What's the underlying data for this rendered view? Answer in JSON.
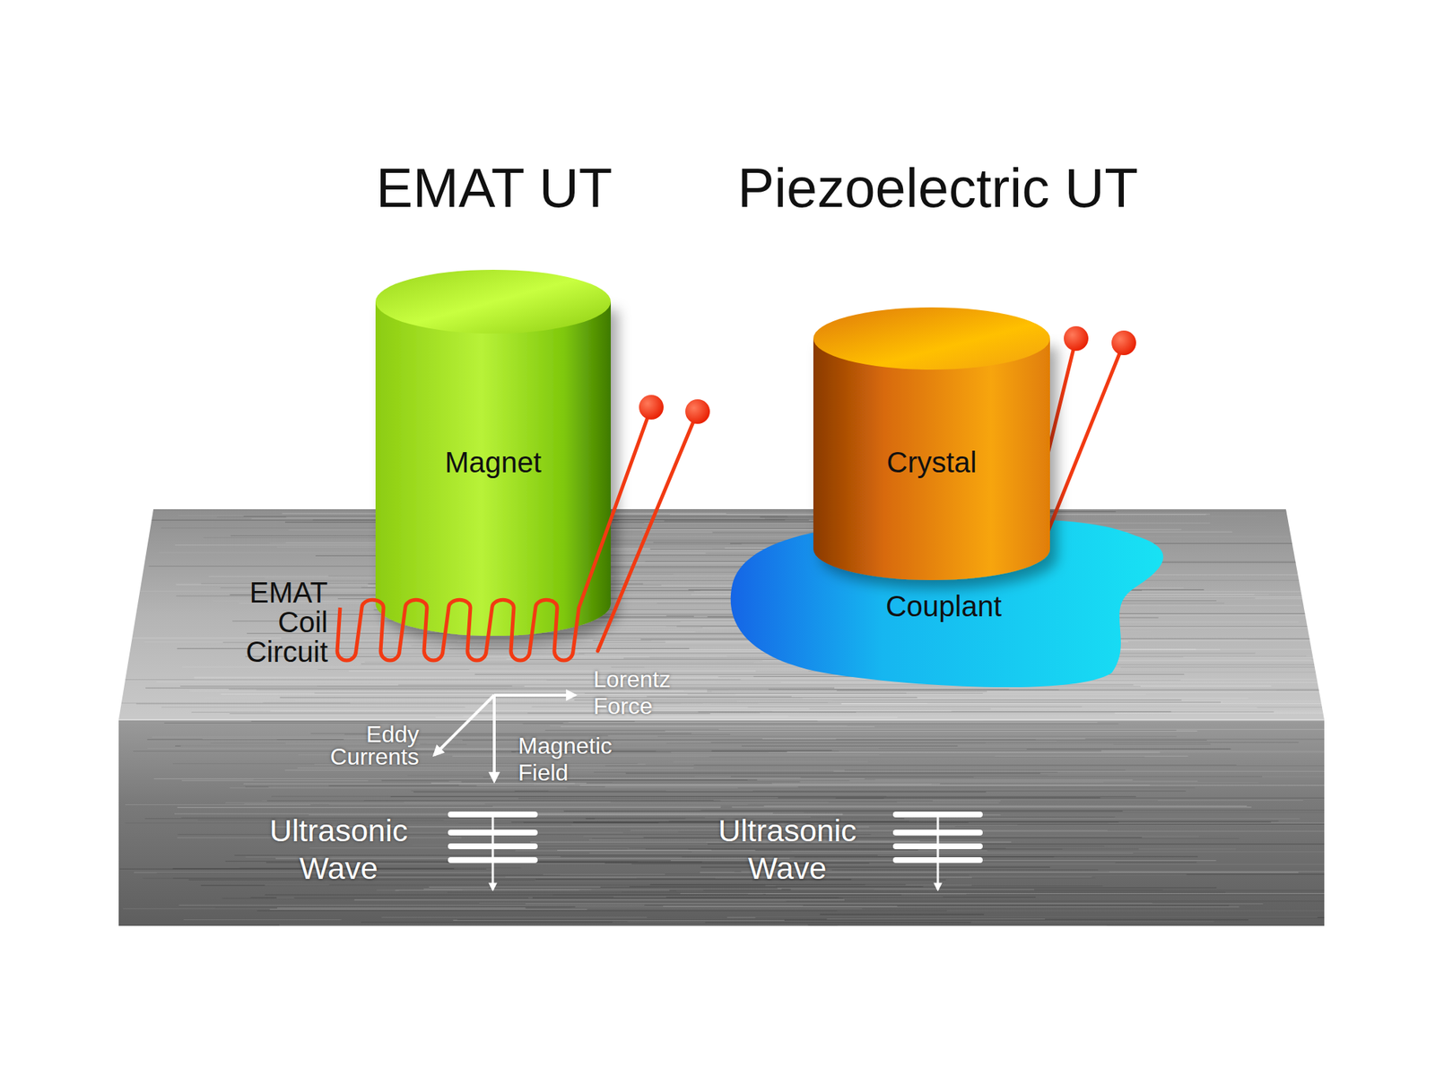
{
  "diagram": {
    "nodes": [
      {
        "text": [
          "Magnet"
        ]
      },
      {
        "text": [
          "Crystal"
        ]
      },
      {
        "text": [
          "Couplant"
        ]
      }
    ],
    "labels": [
      "EMAT UT",
      "Piezoelectric UT",
      "EMAT Coil Circuit",
      "Lorentz Force",
      "Eddy Currents",
      "Magnetic Field",
      "Ultrasonic Wave",
      "Ultrasonic Wave"
    ]
  }
}
